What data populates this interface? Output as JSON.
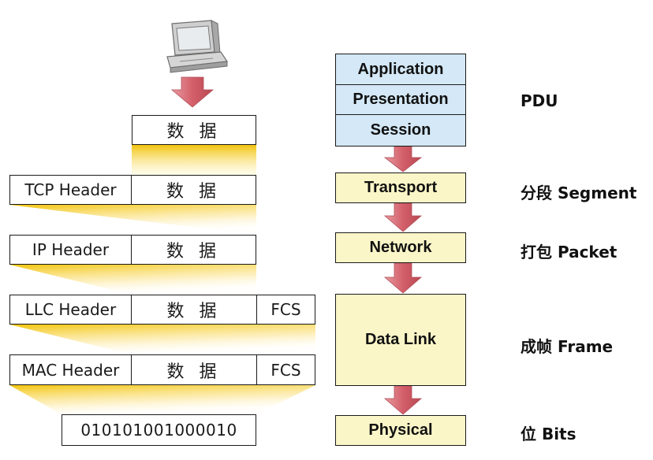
{
  "left_stack": {
    "data_label": "数 据",
    "rows": [
      {
        "header": "TCP Header",
        "data": "数 据"
      },
      {
        "header": "IP Header",
        "data": "数 据"
      },
      {
        "header": "LLC Header",
        "data": "数 据",
        "trailer": "FCS"
      },
      {
        "header": "MAC Header",
        "data": "数 据",
        "trailer": "FCS"
      }
    ],
    "bits": "010101001000010"
  },
  "osi_layers": {
    "application": "Application",
    "presentation": "Presentation",
    "session": "Session",
    "transport": "Transport",
    "network": "Network",
    "data_link": "Data Link",
    "physical": "Physical"
  },
  "pdu_labels": {
    "pdu": "PDU",
    "segment": "分段 Segment",
    "packet": "打包 Packet",
    "frame": "成帧 Frame",
    "bits": "位 Bits"
  },
  "colors": {
    "upper_layers": "#d4e8f7",
    "lower_layers": "#fbf6c8",
    "arrow": "#d9707a",
    "funnel": "#f3c200"
  }
}
